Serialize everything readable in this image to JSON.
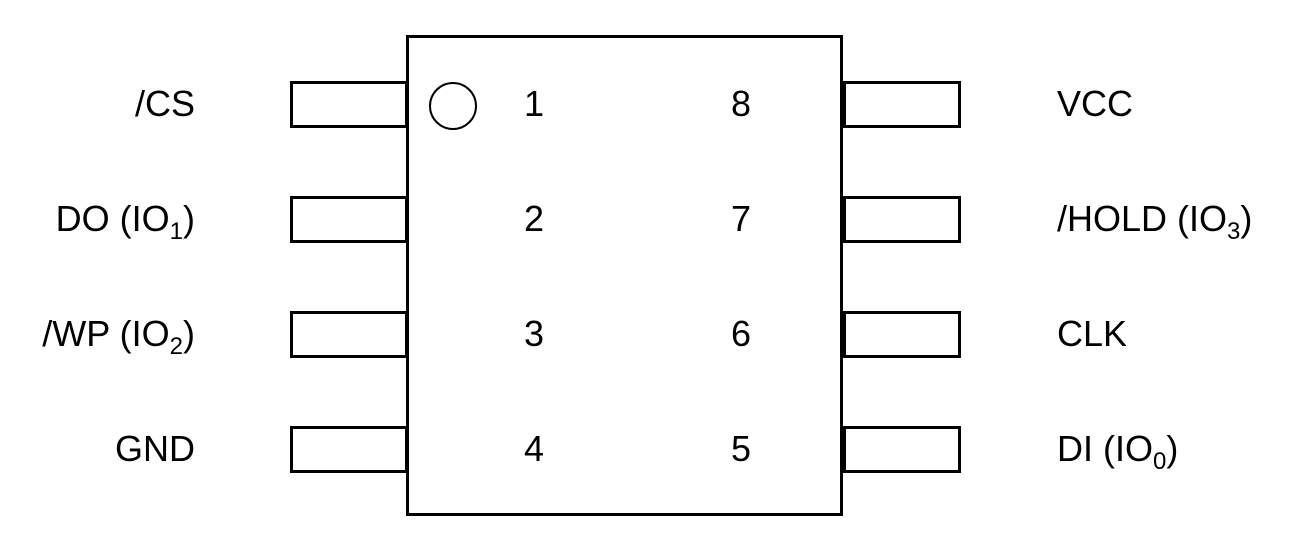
{
  "pins": {
    "left": [
      {
        "number": "1",
        "name": "/CS",
        "sub": "",
        "close": ""
      },
      {
        "number": "2",
        "name": "DO (IO",
        "sub": "1",
        "close": ")"
      },
      {
        "number": "3",
        "name": "/WP (IO",
        "sub": "2",
        "close": ")"
      },
      {
        "number": "4",
        "name": "GND",
        "sub": "",
        "close": ""
      }
    ],
    "right": [
      {
        "number": "8",
        "name": "VCC",
        "sub": "",
        "close": ""
      },
      {
        "number": "7",
        "name": "/HOLD (IO",
        "sub": "3",
        "close": ")"
      },
      {
        "number": "6",
        "name": "CLK",
        "sub": "",
        "close": ""
      },
      {
        "number": "5",
        "name": "DI (IO",
        "sub": "0",
        "close": ")"
      }
    ]
  }
}
